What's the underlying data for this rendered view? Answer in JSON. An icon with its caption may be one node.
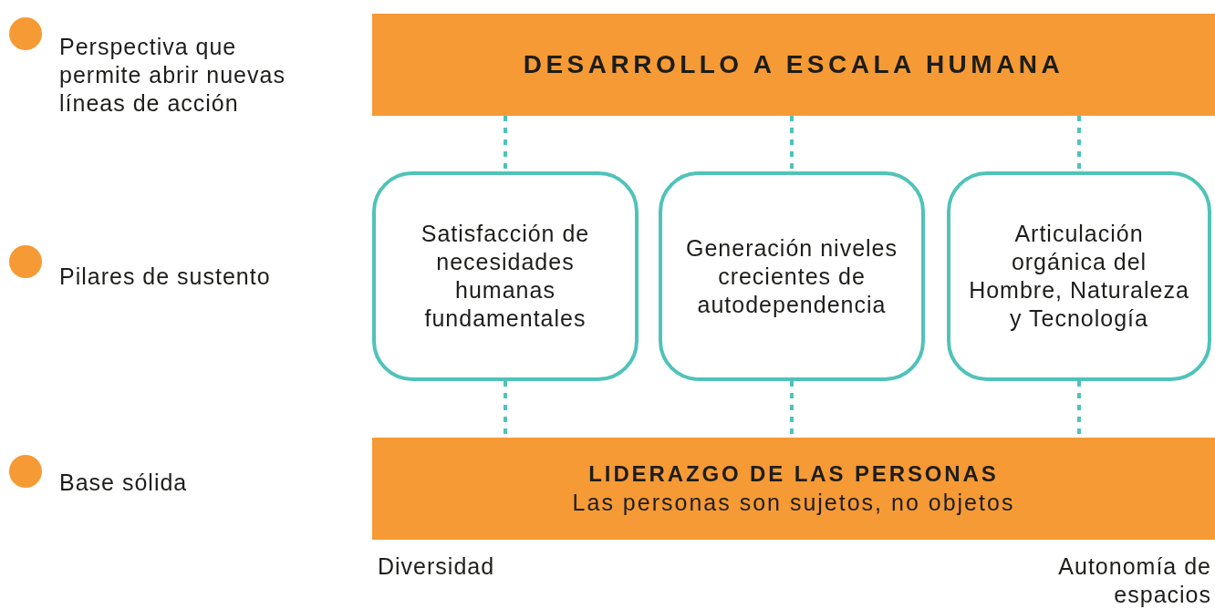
{
  "diagram": {
    "nodes": [
      {
        "text": [
          "DESARROLLO A ESCALA HUMANA"
        ]
      },
      {
        "text": [
          "Satisfacción de necesidades humanas fundamentales"
        ]
      },
      {
        "text": [
          "Generación niveles crecientes de autodependencia"
        ]
      },
      {
        "text": [
          "Articulación orgánica del Hombre, Naturaleza y Tecnología"
        ]
      },
      {
        "text": [
          "LIDERAZGO DE LAS PERSONAS",
          "Las personas son sujetos, no objetos"
        ]
      }
    ],
    "edges": [
      {
        "from": 0,
        "to": 1,
        "arrow": "none",
        "style": "dashed"
      },
      {
        "from": 0,
        "to": 2,
        "arrow": "none",
        "style": "dashed"
      },
      {
        "from": 0,
        "to": 3,
        "arrow": "none",
        "style": "dashed"
      },
      {
        "from": 1,
        "to": 4,
        "arrow": "none",
        "style": "dashed"
      },
      {
        "from": 2,
        "to": 4,
        "arrow": "none",
        "style": "dashed"
      },
      {
        "from": 3,
        "to": 4,
        "arrow": "none",
        "style": "dashed"
      }
    ],
    "labels": [
      "Perspectiva que permite abrir nuevas líneas de acción",
      "Pilares de sustento",
      "Base sólida",
      "Diversidad",
      "Autonomía de espacios"
    ]
  }
}
